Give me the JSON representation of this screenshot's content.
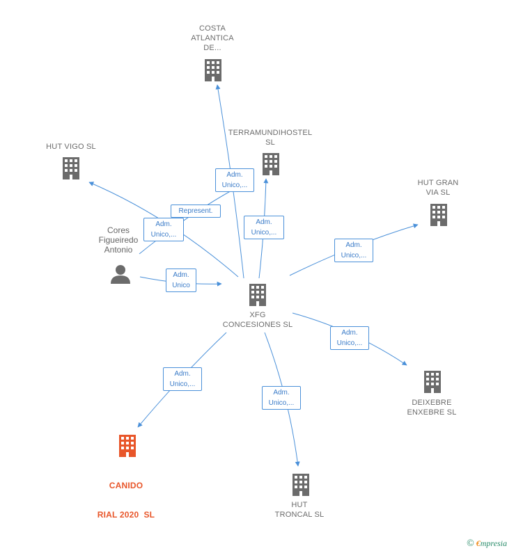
{
  "nodes": {
    "costa": {
      "label": [
        "COSTA",
        "ATLANTICA",
        "DE..."
      ],
      "type": "company"
    },
    "terra": {
      "label": [
        "TERRAMUNDIHOSTEL",
        "SL"
      ],
      "type": "company"
    },
    "hutvigo": {
      "label": [
        "HUT VIGO SL"
      ],
      "type": "company"
    },
    "hutgran": {
      "label": [
        "HUT GRAN",
        "VIA SL"
      ],
      "type": "company"
    },
    "cores": {
      "label": [
        "Cores",
        "Figueiredo",
        "Antonio"
      ],
      "type": "person"
    },
    "xfg": {
      "label": [
        "XFG",
        "CONCESIONES SL"
      ],
      "type": "company"
    },
    "deixebre": {
      "label": [
        "DEIXEBRE",
        "ENXEBRE SL"
      ],
      "type": "company"
    },
    "canido": {
      "label": [
        "CANIDO",
        "RIAL 2020  SL"
      ],
      "type": "company-highlight"
    },
    "hutroncal": {
      "label": [
        "HUT",
        "TRONCAL SL"
      ],
      "type": "company"
    }
  },
  "edges": {
    "e1": {
      "label": [
        "Adm.",
        "Unico,..."
      ]
    },
    "e2": {
      "label": [
        "Represent."
      ]
    },
    "e3": {
      "label": [
        "Adm.",
        "Unico,..."
      ]
    },
    "e4": {
      "label": [
        "Adm.",
        "Unico,..."
      ]
    },
    "e5": {
      "label": [
        "Adm.",
        "Unico,..."
      ]
    },
    "e6": {
      "label": [
        "Adm.",
        "Unico"
      ]
    },
    "e7": {
      "label": [
        "Adm.",
        "Unico,..."
      ]
    },
    "e8": {
      "label": [
        "Adm.",
        "Unico,..."
      ]
    },
    "e9": {
      "label": [
        "Adm.",
        "Unico,..."
      ]
    }
  },
  "colors": {
    "edge": "#4a90d9",
    "icon": "#6b6b6b",
    "highlight": "#e8562a"
  },
  "footer": {
    "copyright": "©",
    "brand_first": "€",
    "brand_rest": "mpresia"
  }
}
